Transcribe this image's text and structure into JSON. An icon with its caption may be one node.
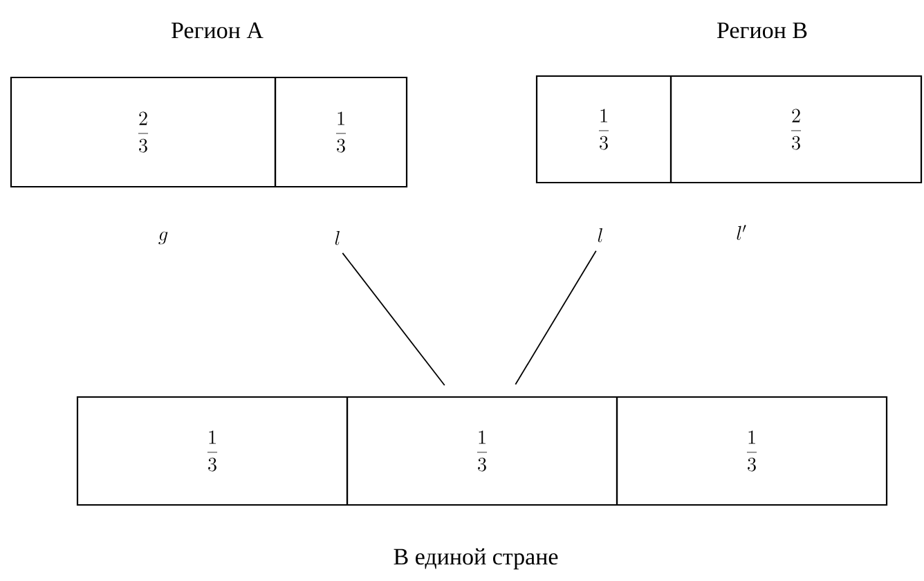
{
  "diagram": {
    "nodes": [
      {
        "text": [
          "\\frac{2}{3}"
        ],
        "beside": [
          "g"
        ]
      },
      {
        "text": [
          "\\frac{1}{3}"
        ]
      },
      {
        "text": [
          "\\frac{1}{3}"
        ]
      },
      {
        "text": [
          "\\frac{2}{3}"
        ],
        "beside": [
          "l'"
        ]
      },
      {
        "text": [
          "l"
        ]
      },
      {
        "text": [
          "l"
        ]
      },
      {
        "text": [
          "\\frac{1}{3}"
        ]
      },
      {
        "text": [
          "\\frac{1}{3}"
        ]
      },
      {
        "text": [
          "\\frac{1}{3}"
        ]
      }
    ],
    "edges": [
      {
        "from": 4,
        "to": 7,
        "arrow": "none"
      },
      {
        "from": 5,
        "to": 7,
        "arrow": "none"
      }
    ],
    "labels": [
      "Регион A",
      "Регион B",
      "В единой стране"
    ]
  }
}
